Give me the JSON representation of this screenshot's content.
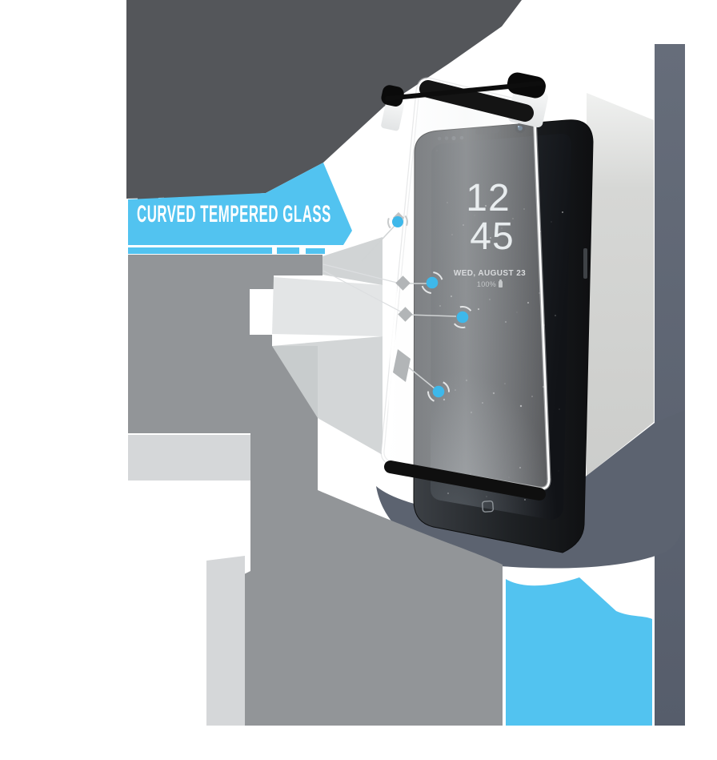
{
  "banner": {
    "label": "CURVED TEMPERED GLASS"
  },
  "phone_screen": {
    "clock_hour": "12",
    "clock_minutes": "45",
    "date_line": "WED, AUGUST 23",
    "battery_percent": "100%"
  },
  "callouts": {
    "touch_points": 4
  },
  "icons": {
    "battery": "▮",
    "home_button": "▢",
    "touch_point": "●"
  },
  "colors": {
    "accent_blue": "#52c3f0",
    "callout_blue": "#3eb8ea",
    "dark_gray": "#54565a",
    "mid_gray": "#929598",
    "light_gray": "#d5d7d9",
    "band_gray": "#d2d3d1",
    "slate": "#5a6170"
  }
}
